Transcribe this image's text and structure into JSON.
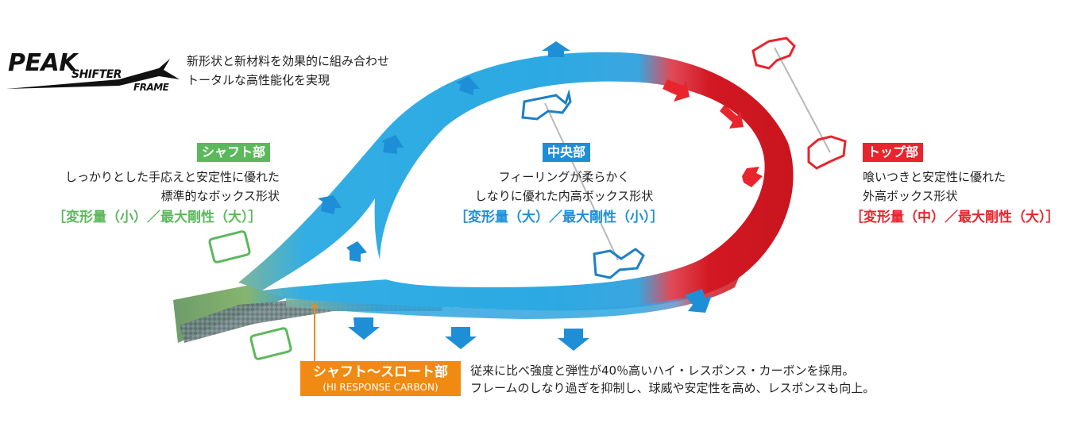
{
  "logo": {
    "word1": "PEAK",
    "word2": "SHIFTER",
    "word3": "FRAME"
  },
  "intro": {
    "line1": "新形状と新材料を効果的に組み合わせ",
    "line2": "トータルな高性能化を実現"
  },
  "shaft": {
    "badge": "シャフト部",
    "desc1": "しっかりとした手応えと安定性に優れた",
    "desc2": "標準的なボックス形状",
    "spec": "［変形量（小）／最大剛性（大）］",
    "color": "#5cb85c"
  },
  "center": {
    "badge": "中央部",
    "desc1": "フィーリングが柔らかく",
    "desc2": "しなりに優れた内高ボックス形状",
    "spec": "［変形量（大）／最大剛性（小）］",
    "color": "#1e8fd6"
  },
  "top": {
    "badge": "トップ部",
    "desc1": "喰いつきと安定性に優れた",
    "desc2": "外高ボックス形状",
    "spec": "［変形量（中）／最大剛性（大）］",
    "color": "#e8242d"
  },
  "throat": {
    "badge": "シャフト～スロート部",
    "sub": "(HI RESPONSE CARBON)",
    "desc1": "従来に比べ強度と弾性が40％高いハイ・レスポンス・カーボンを採用。",
    "desc2": "フレームのしなり過ぎを抑制し、球威や安定性を高め、レスポンスも向上。",
    "color": "#f08a12"
  }
}
